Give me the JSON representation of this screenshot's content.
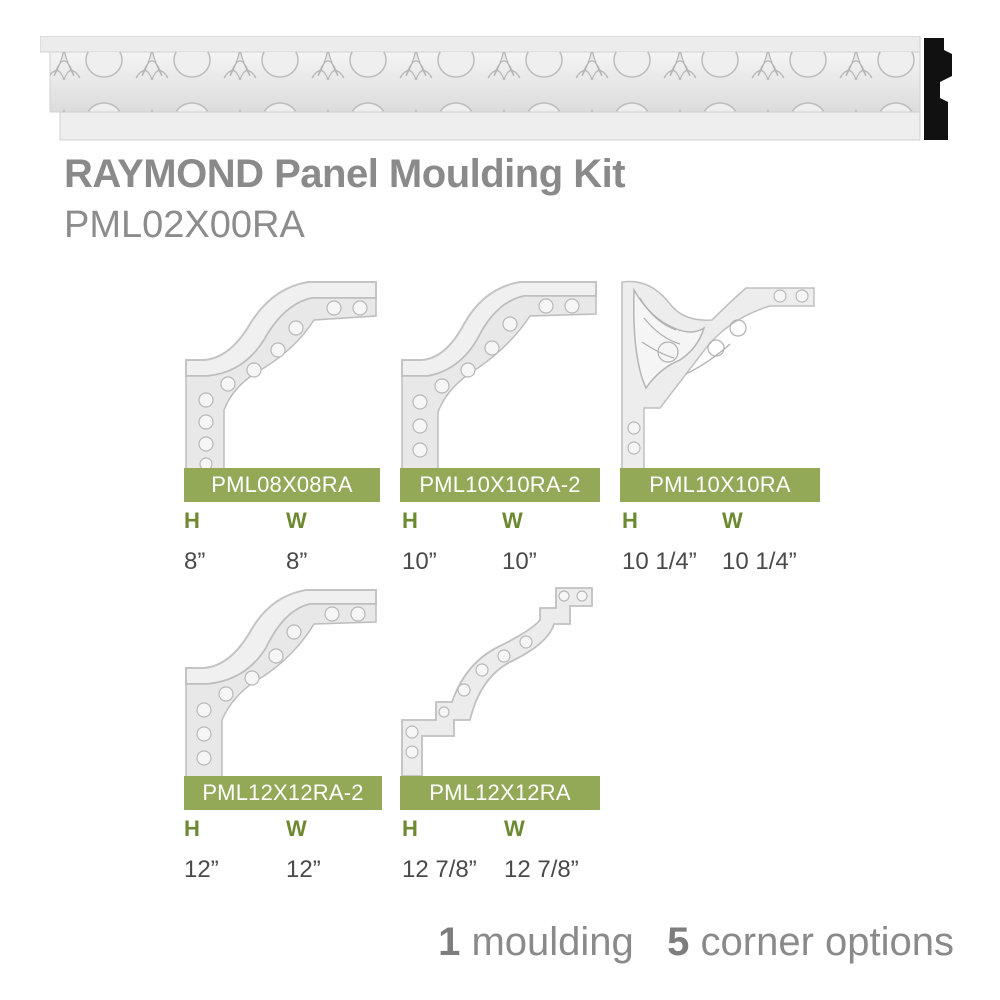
{
  "title": "RAYMOND Panel Moulding Kit",
  "sku": "PML02X00RA",
  "dim_labels": {
    "h": "H",
    "w": "W"
  },
  "corners": [
    {
      "code": "PML08X08RA",
      "h": "8”",
      "w": "8”"
    },
    {
      "code": "PML10X10RA-2",
      "h": "10”",
      "w": "10”"
    },
    {
      "code": "PML10X10RA",
      "h": "10 1/4”",
      "w": "10 1/4”"
    },
    {
      "code": "PML12X12RA-2",
      "h": "12”",
      "w": "12”"
    },
    {
      "code": "PML12X12RA",
      "h": "12 7/8”",
      "w": "12 7/8”"
    }
  ],
  "footer": {
    "moulding_count": "1",
    "moulding_text": "moulding",
    "corner_count": "5",
    "corner_text": "corner options"
  },
  "colors": {
    "label_green": "#93a957",
    "dim_green": "#6d8a32",
    "gray_text": "#8a8a8a"
  }
}
